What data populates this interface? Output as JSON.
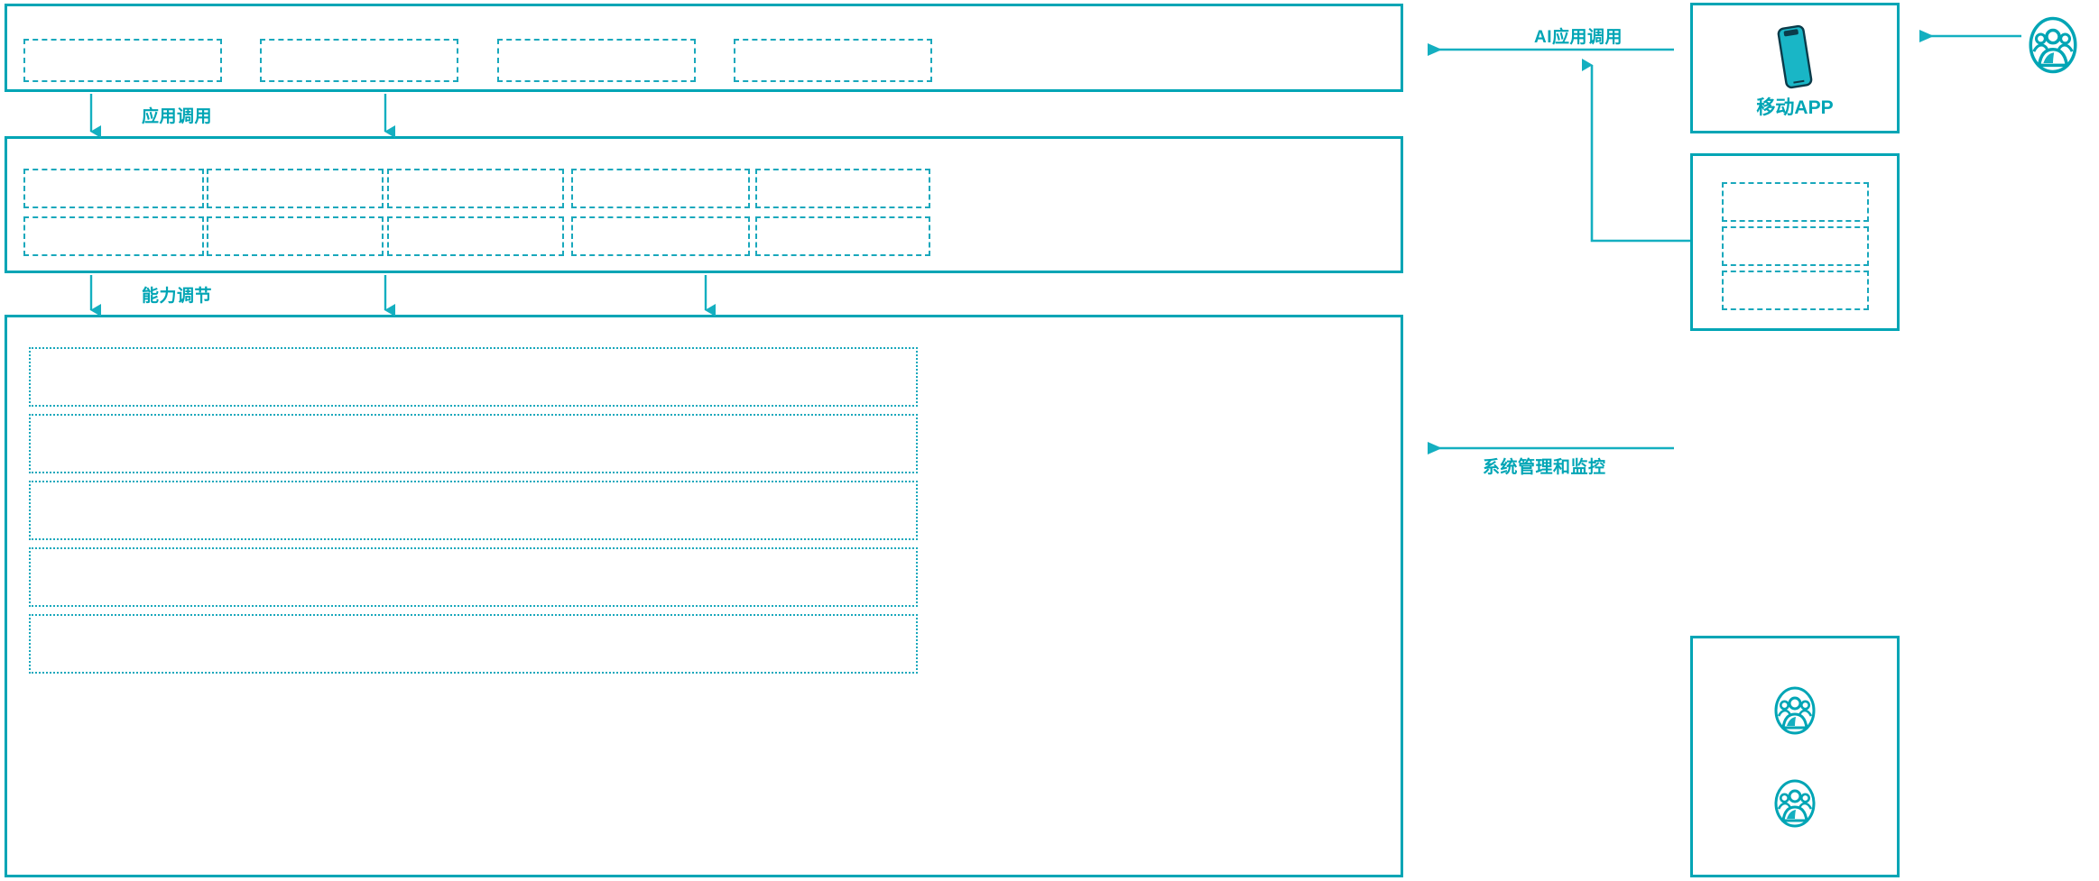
{
  "theme": {
    "accent": "#00A5B5",
    "dashed": "#19A8BC",
    "background": "#FFFFFF"
  },
  "diagram": {
    "type": "layered-architecture",
    "orientation": "left-stack-with-right-actors"
  },
  "left_stack": {
    "application_layer": {
      "name": "application-layer-panel",
      "box_count": 4,
      "boxes": [
        {
          "label": ""
        },
        {
          "label": ""
        },
        {
          "label": ""
        },
        {
          "label": ""
        }
      ]
    },
    "capability_layer": {
      "name": "capability-layer-panel",
      "columns": 5,
      "rows": 2,
      "boxes": [
        {
          "label": ""
        },
        {
          "label": ""
        },
        {
          "label": ""
        },
        {
          "label": ""
        },
        {
          "label": ""
        },
        {
          "label": ""
        },
        {
          "label": ""
        },
        {
          "label": ""
        },
        {
          "label": ""
        },
        {
          "label": ""
        }
      ]
    },
    "platform_layer": {
      "name": "platform-layer-panel",
      "row_count": 5,
      "rows": [
        {
          "label": ""
        },
        {
          "label": ""
        },
        {
          "label": ""
        },
        {
          "label": ""
        },
        {
          "label": ""
        }
      ]
    }
  },
  "connectors": [
    {
      "id": "app-invoke",
      "label": "应用调用",
      "direction": "down",
      "from": "application-layer-panel",
      "to": "capability-layer-panel"
    },
    {
      "id": "capability-tune",
      "label": "能力调节",
      "direction": "down",
      "from": "capability-layer-panel",
      "to": "platform-layer-panel"
    },
    {
      "id": "ai-app-invoke",
      "label": "AI应用调用",
      "direction": "left",
      "from": "mobile-app-panel",
      "to": "application-layer-panel"
    },
    {
      "id": "system-admin-monitor",
      "label": "系统管理和监控",
      "direction": "left",
      "from": "operations-panel",
      "to": "platform-layer-panel"
    }
  ],
  "right_column": {
    "mobile_app_panel": {
      "name": "mobile-app-panel",
      "caption": "移动APP",
      "icon": "mobile-phone-icon"
    },
    "channel_panel": {
      "name": "channel-panel",
      "box_count": 3,
      "boxes": [
        {
          "label": ""
        },
        {
          "label": ""
        },
        {
          "label": ""
        }
      ]
    },
    "operations_panel": {
      "name": "operations-panel",
      "icons": [
        {
          "name": "user-group-icon",
          "label": ""
        },
        {
          "name": "user-group-icon",
          "label": ""
        }
      ]
    },
    "external_actor": {
      "name": "external-user-actor",
      "icon": "user-group-icon",
      "label": ""
    }
  }
}
